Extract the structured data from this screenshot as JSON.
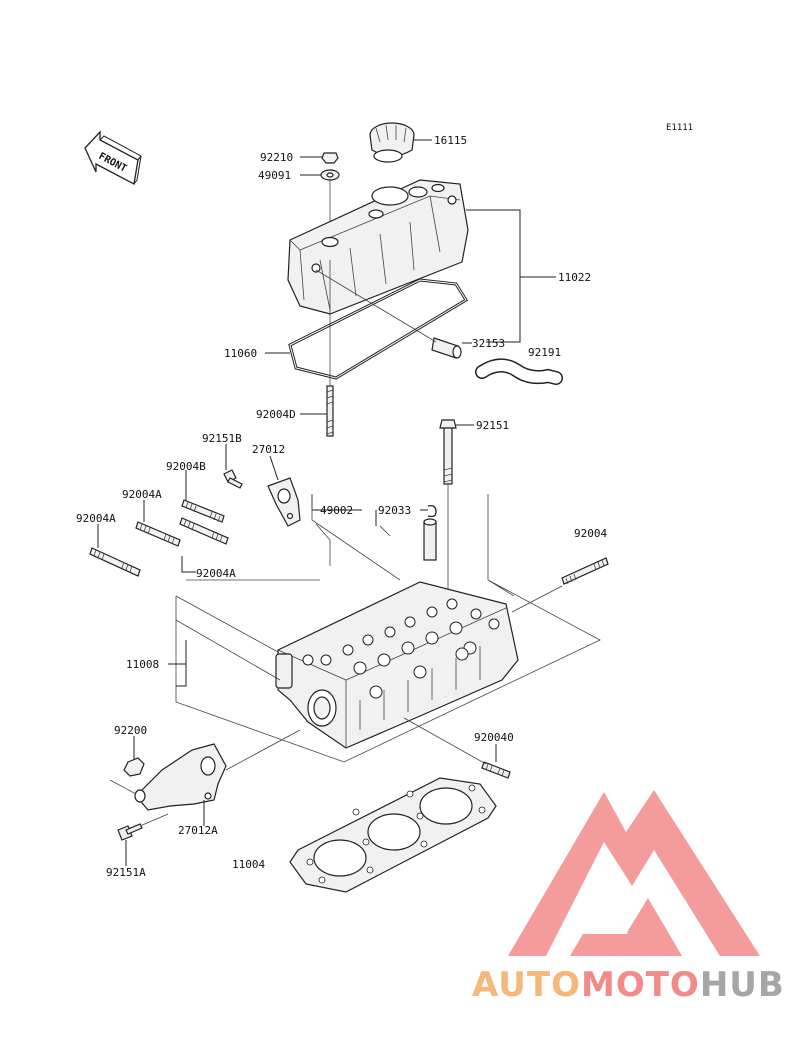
{
  "diagram_id": "E1111",
  "front_label": "FRONT",
  "parts": {
    "p16115": "16115",
    "p92210": "92210",
    "p49091": "49091",
    "p11022": "11022",
    "p32153": "32153",
    "p92191": "92191",
    "p11060": "11060",
    "p92004D": "92004D",
    "p92151": "92151",
    "p92151B": "92151B",
    "p27012": "27012",
    "p92004B": "92004B",
    "p92004A_1": "92004A",
    "p49002": "49002",
    "p92033": "92033",
    "p92004A_2": "92004A",
    "p92004": "92004",
    "p92004A_3": "92004A",
    "p11008": "11008",
    "p920040": "920040",
    "p92200": "92200",
    "p27012A": "27012A",
    "p11004": "11004",
    "p92151A": "92151A"
  },
  "watermark": {
    "part1": "AUTO",
    "part2": "MOTO",
    "part3": "HUB",
    "color_orange": "#f5b77a",
    "color_red": "#f28a8a",
    "color_gray": "#a6a6a6"
  }
}
